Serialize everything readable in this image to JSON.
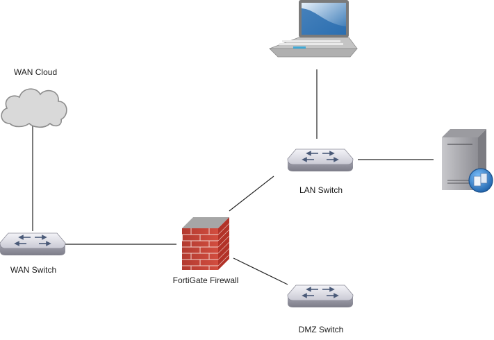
{
  "diagram": {
    "nodes": {
      "wan_cloud": {
        "label": "WAN Cloud",
        "icon": "cloud-icon"
      },
      "wan_switch": {
        "label": "WAN Switch",
        "icon": "switch-icon"
      },
      "firewall": {
        "label": "FortiGate Firewall",
        "icon": "firewall-icon"
      },
      "lan_switch": {
        "label": "LAN Switch",
        "icon": "switch-icon"
      },
      "dmz_switch": {
        "label": "DMZ Switch",
        "icon": "switch-icon"
      },
      "laptop": {
        "label": "",
        "icon": "laptop-icon"
      },
      "server": {
        "label": "",
        "icon": "server-icon"
      }
    },
    "connections": [
      {
        "from": "wan_cloud",
        "to": "wan_switch"
      },
      {
        "from": "wan_switch",
        "to": "firewall"
      },
      {
        "from": "firewall",
        "to": "lan_switch"
      },
      {
        "from": "firewall",
        "to": "dmz_switch"
      },
      {
        "from": "lan_switch",
        "to": "laptop"
      },
      {
        "from": "lan_switch",
        "to": "server"
      }
    ],
    "colors": {
      "line": "#222222",
      "switch_top": "#e6e6ef",
      "switch_side": "#9a9aa6",
      "brick": "#c0392b",
      "cloud": "#d9d9d9",
      "laptop_screen": "#2b6fb0"
    }
  }
}
